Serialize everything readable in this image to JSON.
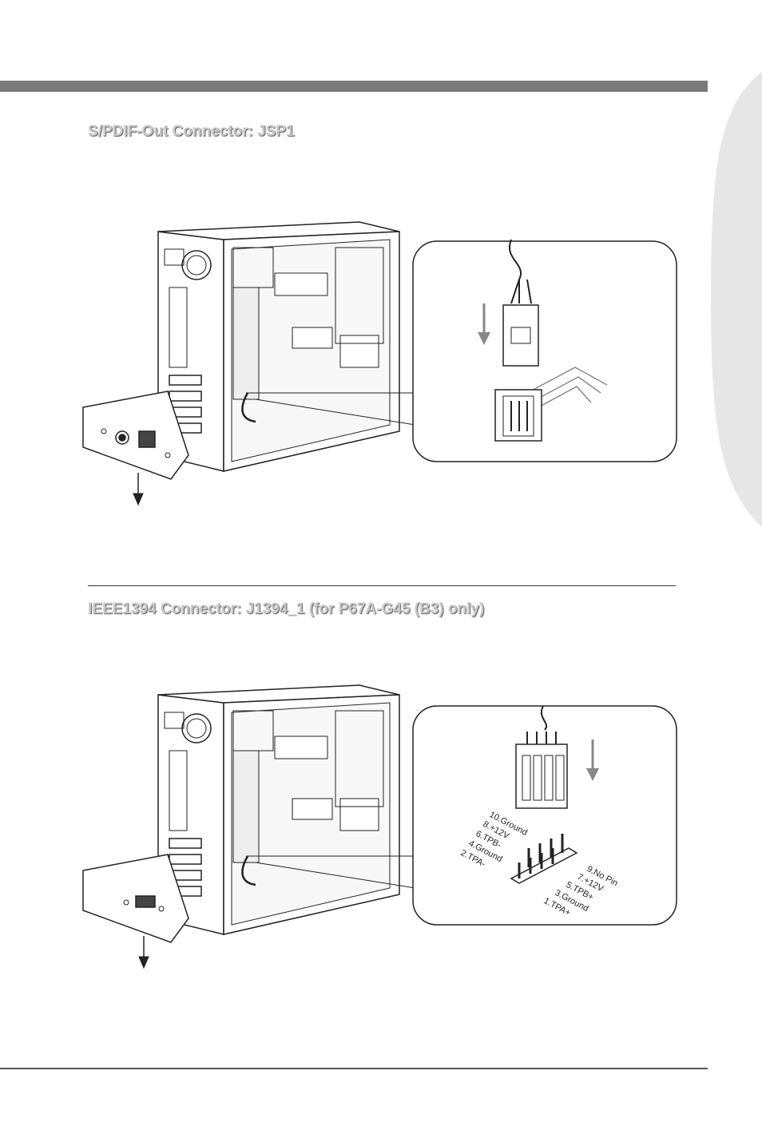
{
  "sections": [
    {
      "title": "S/PDIF-Out Connector: JSP1"
    },
    {
      "title": "IEEE1394 Connector: J1394_1 (for P67A-G45 (B3) only)",
      "pins_left": [
        "10.Ground",
        "8.+12V",
        "6.TPB-",
        "4.Ground",
        "2.TPA-"
      ],
      "pins_right": [
        "9.No Pin",
        "7.+12V",
        "5.TPB+",
        "3.Ground",
        "1.TPA+"
      ]
    }
  ]
}
